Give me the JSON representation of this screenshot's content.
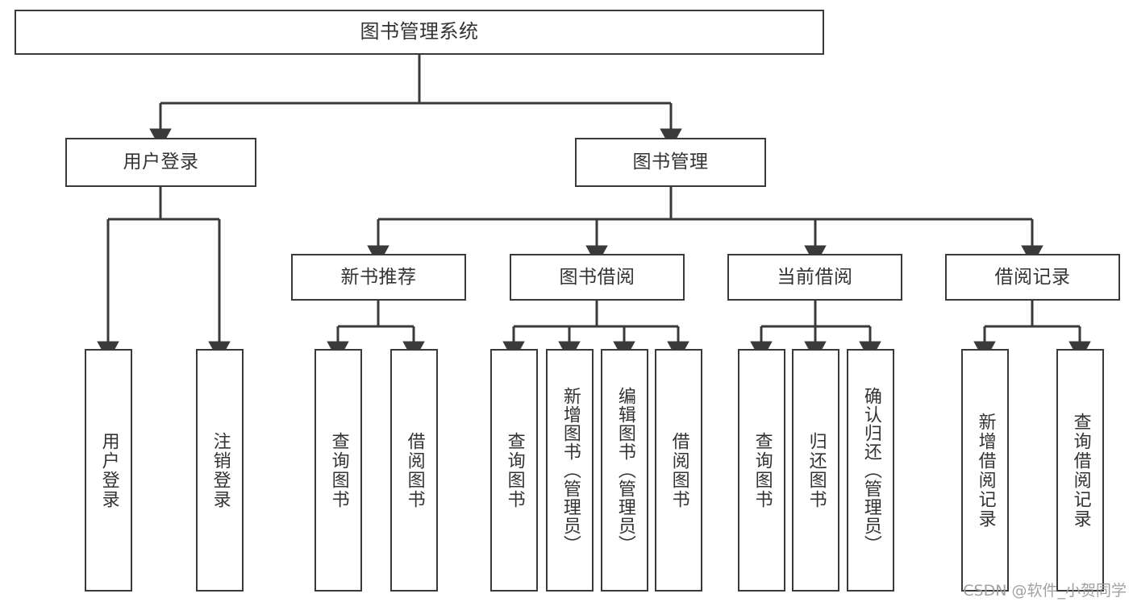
{
  "diagram": {
    "type": "tree-hierarchy-chart",
    "title": "图书管理系统",
    "line_color": "#3a3a3a",
    "box_fill": "#ffffff",
    "text_color": "#333333",
    "levels": [
      {
        "level": 1,
        "nodes": [
          {
            "id": "root",
            "label": "图书管理系统",
            "orientation": "horizontal"
          }
        ]
      },
      {
        "level": 2,
        "nodes": [
          {
            "id": "login",
            "label": "用户登录",
            "orientation": "horizontal",
            "parent": "root"
          },
          {
            "id": "bookmgmt",
            "label": "图书管理",
            "orientation": "horizontal",
            "parent": "root"
          }
        ]
      },
      {
        "level": 3,
        "nodes": [
          {
            "id": "newbook",
            "label": "新书推荐",
            "orientation": "horizontal",
            "parent": "bookmgmt"
          },
          {
            "id": "borrow",
            "label": "图书借阅",
            "orientation": "horizontal",
            "parent": "bookmgmt"
          },
          {
            "id": "current",
            "label": "当前借阅",
            "orientation": "horizontal",
            "parent": "bookmgmt"
          },
          {
            "id": "records",
            "label": "借阅记录",
            "orientation": "horizontal",
            "parent": "bookmgmt"
          }
        ]
      },
      {
        "level": 4,
        "nodes": [
          {
            "id": "leaf1",
            "label": "用户登录",
            "orientation": "vertical",
            "parent": "login"
          },
          {
            "id": "leaf2",
            "label": "注销登录",
            "orientation": "vertical",
            "parent": "login"
          },
          {
            "id": "leaf3",
            "label": "查询图书",
            "orientation": "vertical",
            "parent": "newbook"
          },
          {
            "id": "leaf4",
            "label": "借阅图书",
            "orientation": "vertical",
            "parent": "newbook"
          },
          {
            "id": "leaf5",
            "label": "查询图书",
            "orientation": "vertical",
            "parent": "borrow"
          },
          {
            "id": "leaf6",
            "label": "新增图书（管理员）",
            "orientation": "vertical",
            "parent": "borrow"
          },
          {
            "id": "leaf7",
            "label": "编辑图书（管理员）",
            "orientation": "vertical",
            "parent": "borrow"
          },
          {
            "id": "leaf8",
            "label": "借阅图书",
            "orientation": "vertical",
            "parent": "borrow"
          },
          {
            "id": "leaf9",
            "label": "查询图书",
            "orientation": "vertical",
            "parent": "current"
          },
          {
            "id": "leaf10",
            "label": "归还图书",
            "orientation": "vertical",
            "parent": "current"
          },
          {
            "id": "leaf11",
            "label": "确认归还（管理员）",
            "orientation": "vertical",
            "parent": "current"
          },
          {
            "id": "leaf12",
            "label": "新增借阅记录",
            "orientation": "vertical",
            "parent": "records"
          },
          {
            "id": "leaf13",
            "label": "查询借阅记录",
            "orientation": "vertical",
            "parent": "records"
          }
        ]
      }
    ]
  },
  "watermark": {
    "text": "CSDN @软件_小贺同学"
  }
}
